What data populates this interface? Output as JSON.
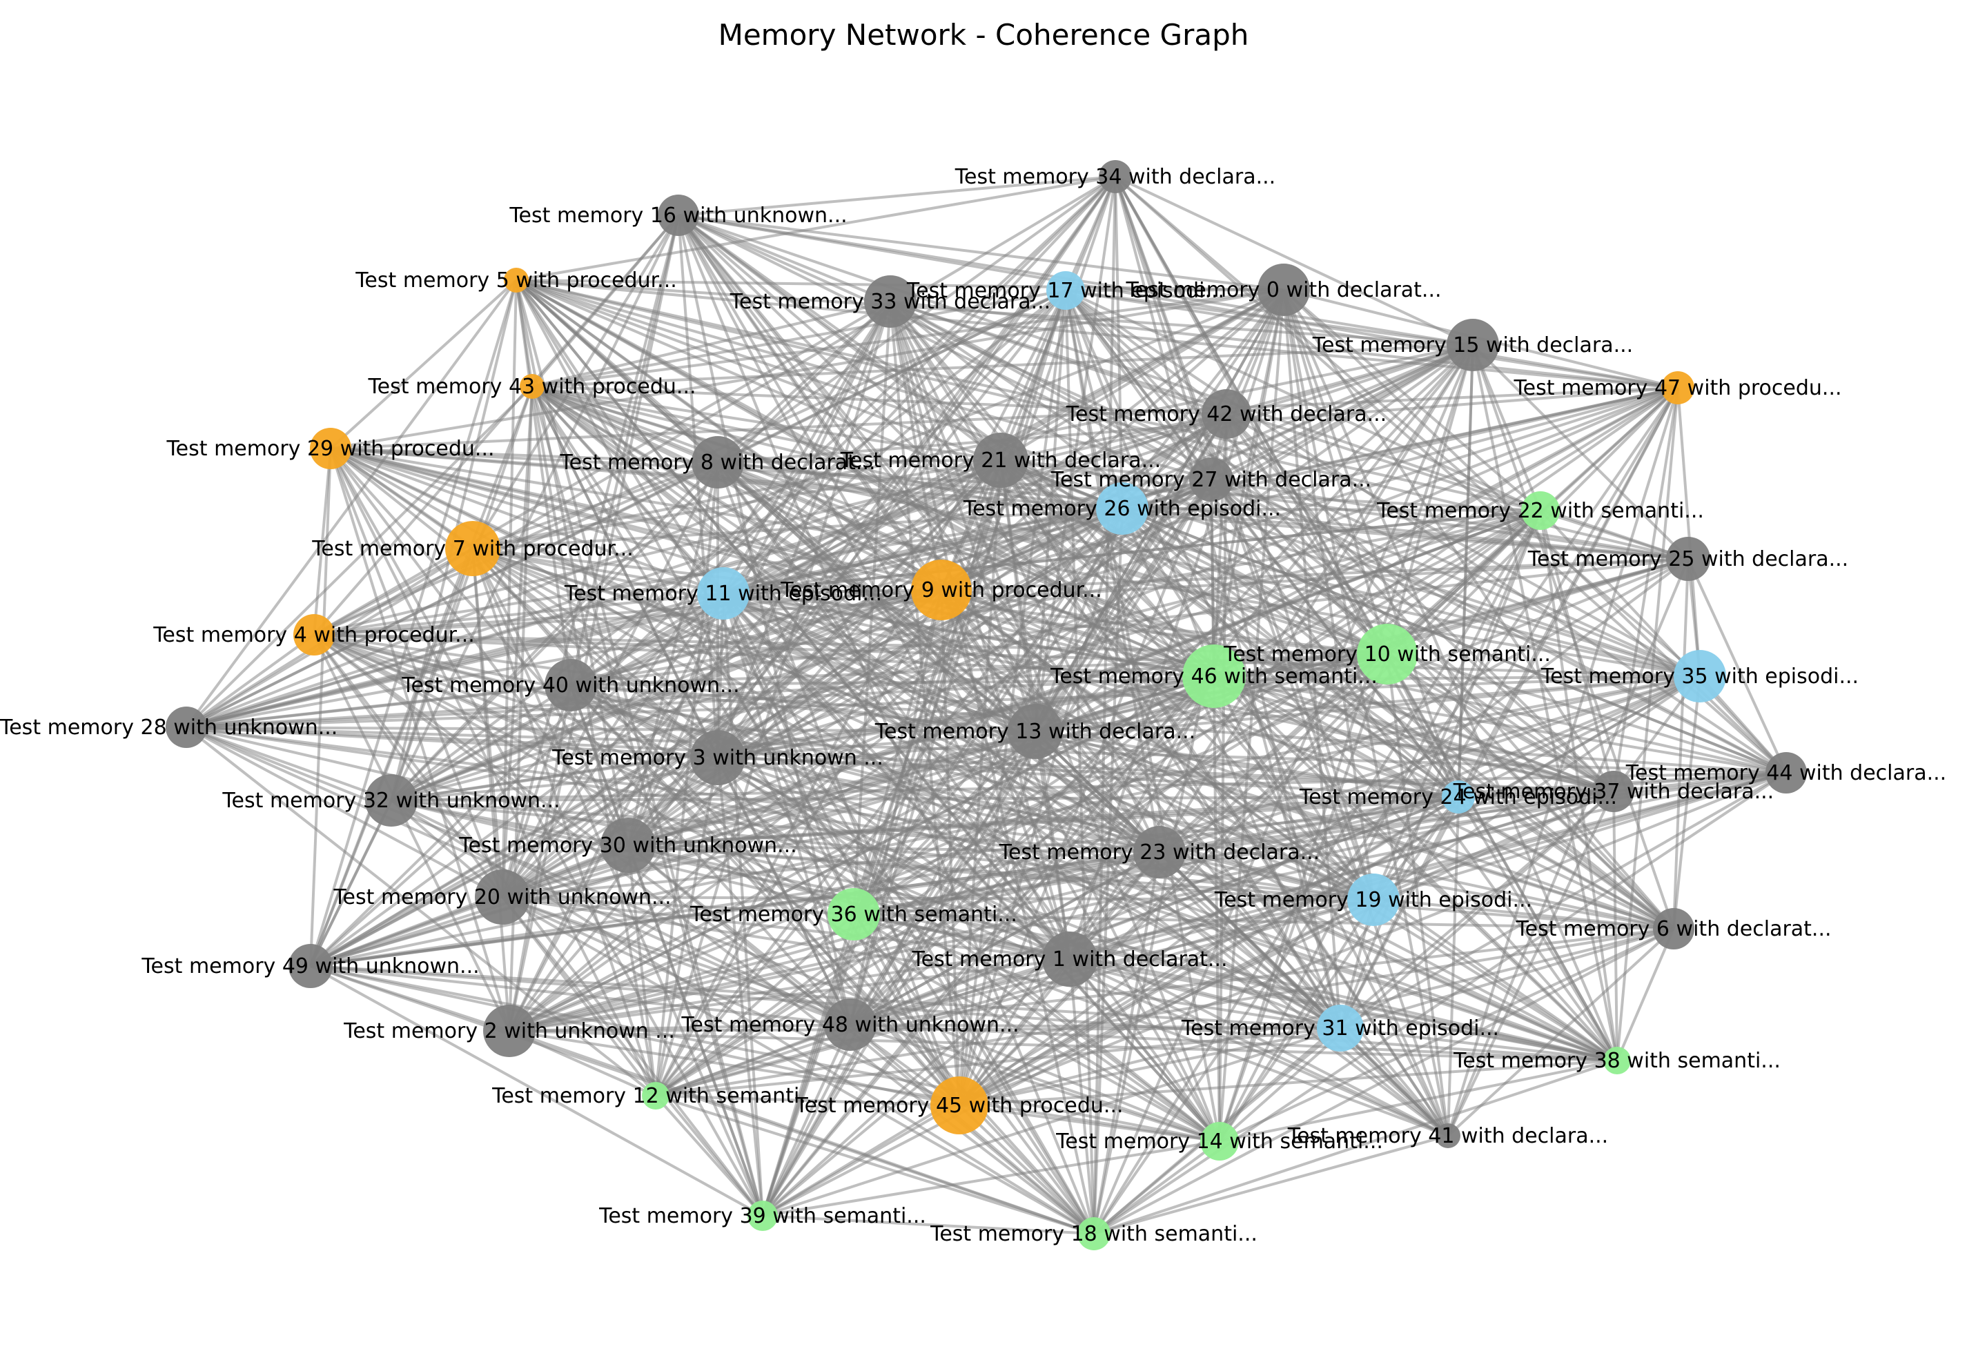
{
  "title": "Memory Network - Coherence Graph",
  "colors": {
    "edge": "#808080",
    "declarative": "#808080",
    "unknown": "#808080",
    "procedural": "#F5A623",
    "episodic": "#87CEEB",
    "semantic": "#90EE90"
  },
  "nodes": [
    {
      "id": 0,
      "label": "Test memory 0 with declarat...",
      "type": "declarative"
    },
    {
      "id": 1,
      "label": "Test memory 1 with declarat...",
      "type": "declarative"
    },
    {
      "id": 2,
      "label": "Test memory 2 with unknown ...",
      "type": "unknown"
    },
    {
      "id": 3,
      "label": "Test memory 3 with unknown ...",
      "type": "unknown"
    },
    {
      "id": 4,
      "label": "Test memory 4 with procedur...",
      "type": "procedural"
    },
    {
      "id": 5,
      "label": "Test memory 5 with procedur...",
      "type": "procedural"
    },
    {
      "id": 6,
      "label": "Test memory 6 with declarat...",
      "type": "declarative"
    },
    {
      "id": 7,
      "label": "Test memory 7 with procedur...",
      "type": "procedural"
    },
    {
      "id": 8,
      "label": "Test memory 8 with declarat...",
      "type": "declarative"
    },
    {
      "id": 9,
      "label": "Test memory 9 with procedur...",
      "type": "procedural"
    },
    {
      "id": 10,
      "label": "Test memory 10 with semanti...",
      "type": "semantic"
    },
    {
      "id": 11,
      "label": "Test memory 11 with episodi...",
      "type": "episodic"
    },
    {
      "id": 12,
      "label": "Test memory 12 with semanti...",
      "type": "semantic"
    },
    {
      "id": 13,
      "label": "Test memory 13 with declara...",
      "type": "declarative"
    },
    {
      "id": 14,
      "label": "Test memory 14 with semanti...",
      "type": "semantic"
    },
    {
      "id": 15,
      "label": "Test memory 15 with declara...",
      "type": "declarative"
    },
    {
      "id": 16,
      "label": "Test memory 16 with unknown...",
      "type": "unknown"
    },
    {
      "id": 17,
      "label": "Test memory 17 with episodi...",
      "type": "episodic"
    },
    {
      "id": 18,
      "label": "Test memory 18 with semanti...",
      "type": "semantic"
    },
    {
      "id": 19,
      "label": "Test memory 19 with episodi...",
      "type": "episodic"
    },
    {
      "id": 20,
      "label": "Test memory 20 with unknown...",
      "type": "unknown"
    },
    {
      "id": 21,
      "label": "Test memory 21 with declara...",
      "type": "declarative"
    },
    {
      "id": 22,
      "label": "Test memory 22 with semanti...",
      "type": "semantic"
    },
    {
      "id": 23,
      "label": "Test memory 23 with declara...",
      "type": "declarative"
    },
    {
      "id": 24,
      "label": "Test memory 24 with episodi...",
      "type": "episodic"
    },
    {
      "id": 25,
      "label": "Test memory 25 with declara...",
      "type": "declarative"
    },
    {
      "id": 26,
      "label": "Test memory 26 with episodi...",
      "type": "episodic"
    },
    {
      "id": 27,
      "label": "Test memory 27 with declara...",
      "type": "declarative"
    },
    {
      "id": 28,
      "label": "Test memory 28 with unknown...",
      "type": "unknown"
    },
    {
      "id": 29,
      "label": "Test memory 29 with procedu...",
      "type": "procedural"
    },
    {
      "id": 30,
      "label": "Test memory 30 with unknown...",
      "type": "unknown"
    },
    {
      "id": 31,
      "label": "Test memory 31 with episodi...",
      "type": "episodic"
    },
    {
      "id": 32,
      "label": "Test memory 32 with unknown...",
      "type": "unknown"
    },
    {
      "id": 33,
      "label": "Test memory 33 with declara...",
      "type": "declarative"
    },
    {
      "id": 34,
      "label": "Test memory 34 with declara...",
      "type": "declarative"
    },
    {
      "id": 35,
      "label": "Test memory 35 with episodi...",
      "type": "episodic"
    },
    {
      "id": 36,
      "label": "Test memory 36 with semanti...",
      "type": "semantic"
    },
    {
      "id": 37,
      "label": "Test memory 37 with declara...",
      "type": "declarative"
    },
    {
      "id": 38,
      "label": "Test memory 38 with semanti...",
      "type": "semantic"
    },
    {
      "id": 39,
      "label": "Test memory 39 with semanti...",
      "type": "semantic"
    },
    {
      "id": 40,
      "label": "Test memory 40 with unknown...",
      "type": "unknown"
    },
    {
      "id": 41,
      "label": "Test memory 41 with declara...",
      "type": "declarative"
    },
    {
      "id": 42,
      "label": "Test memory 42 with declara...",
      "type": "declarative"
    },
    {
      "id": 43,
      "label": "Test memory 43 with procedu...",
      "type": "procedural"
    },
    {
      "id": 44,
      "label": "Test memory 44 with declara...",
      "type": "declarative"
    },
    {
      "id": 45,
      "label": "Test memory 45 with procedu...",
      "type": "procedural"
    },
    {
      "id": 46,
      "label": "Test memory 46 with semanti...",
      "type": "semantic"
    },
    {
      "id": 47,
      "label": "Test memory 47 with procedu...",
      "type": "procedural"
    },
    {
      "id": 48,
      "label": "Test memory 48 with unknown...",
      "type": "unknown"
    },
    {
      "id": 49,
      "label": "Test memory 49 with unknown...",
      "type": "unknown"
    }
  ]
}
